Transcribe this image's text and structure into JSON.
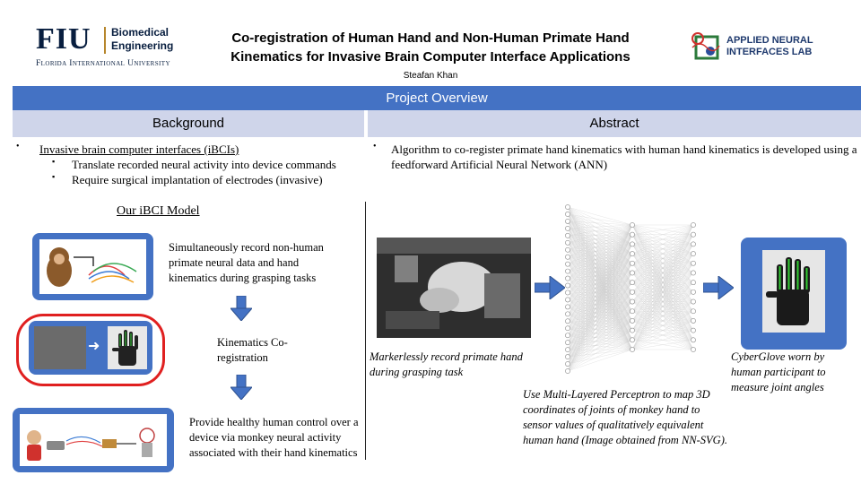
{
  "header": {
    "logo_left_abbrev": "FIU",
    "logo_left_dept_line1": "Biomedical",
    "logo_left_dept_line2": "Engineering",
    "logo_left_university": "Florida International University",
    "title_line1": "Co-registration of Human Hand and Non-Human Primate Hand",
    "title_line2": "Kinematics for Invasive Brain Computer Interface Applications",
    "author": "Steafan Khan",
    "logo_right_line1": "APPLIED NEURAL",
    "logo_right_line2": "INTERFACES LAB"
  },
  "colors": {
    "band": "#4472c4",
    "subhead": "#cfd5ea",
    "highlight_red": "#e02020",
    "arrow": "#4472c4"
  },
  "overview": {
    "label": "Project Overview"
  },
  "background": {
    "heading": "Background",
    "bullet": "Invasive brain computer interfaces (iBCIs)",
    "sub1": "Translate recorded neural activity into device commands",
    "sub2": "Require surgical implantation of electrodes (invasive)"
  },
  "abstract": {
    "heading": "Abstract",
    "bullet": "Algorithm to co-register primate hand kinematics with human hand kinematics is developed using a feedforward Artificial Neural Network (ANN)"
  },
  "model": {
    "heading": "Our iBCI Model",
    "step1": "Simultaneously record non-human primate neural data and hand kinematics during grasping tasks",
    "step2": "Kinematics Co-registration",
    "step3": "Provide healthy human control over a device via monkey neural activity associated with their hand kinematics"
  },
  "captions": {
    "markerless": "Markerlessly record primate hand during grasping task",
    "mlp": "Use Multi-Layered Perceptron to map 3D coordinates of joints of monkey hand to sensor values of qualitatively equivalent human hand (Image obtained from NN-SVG).",
    "cyberglove": "CyberGlove worn by human participant to measure joint angles"
  }
}
